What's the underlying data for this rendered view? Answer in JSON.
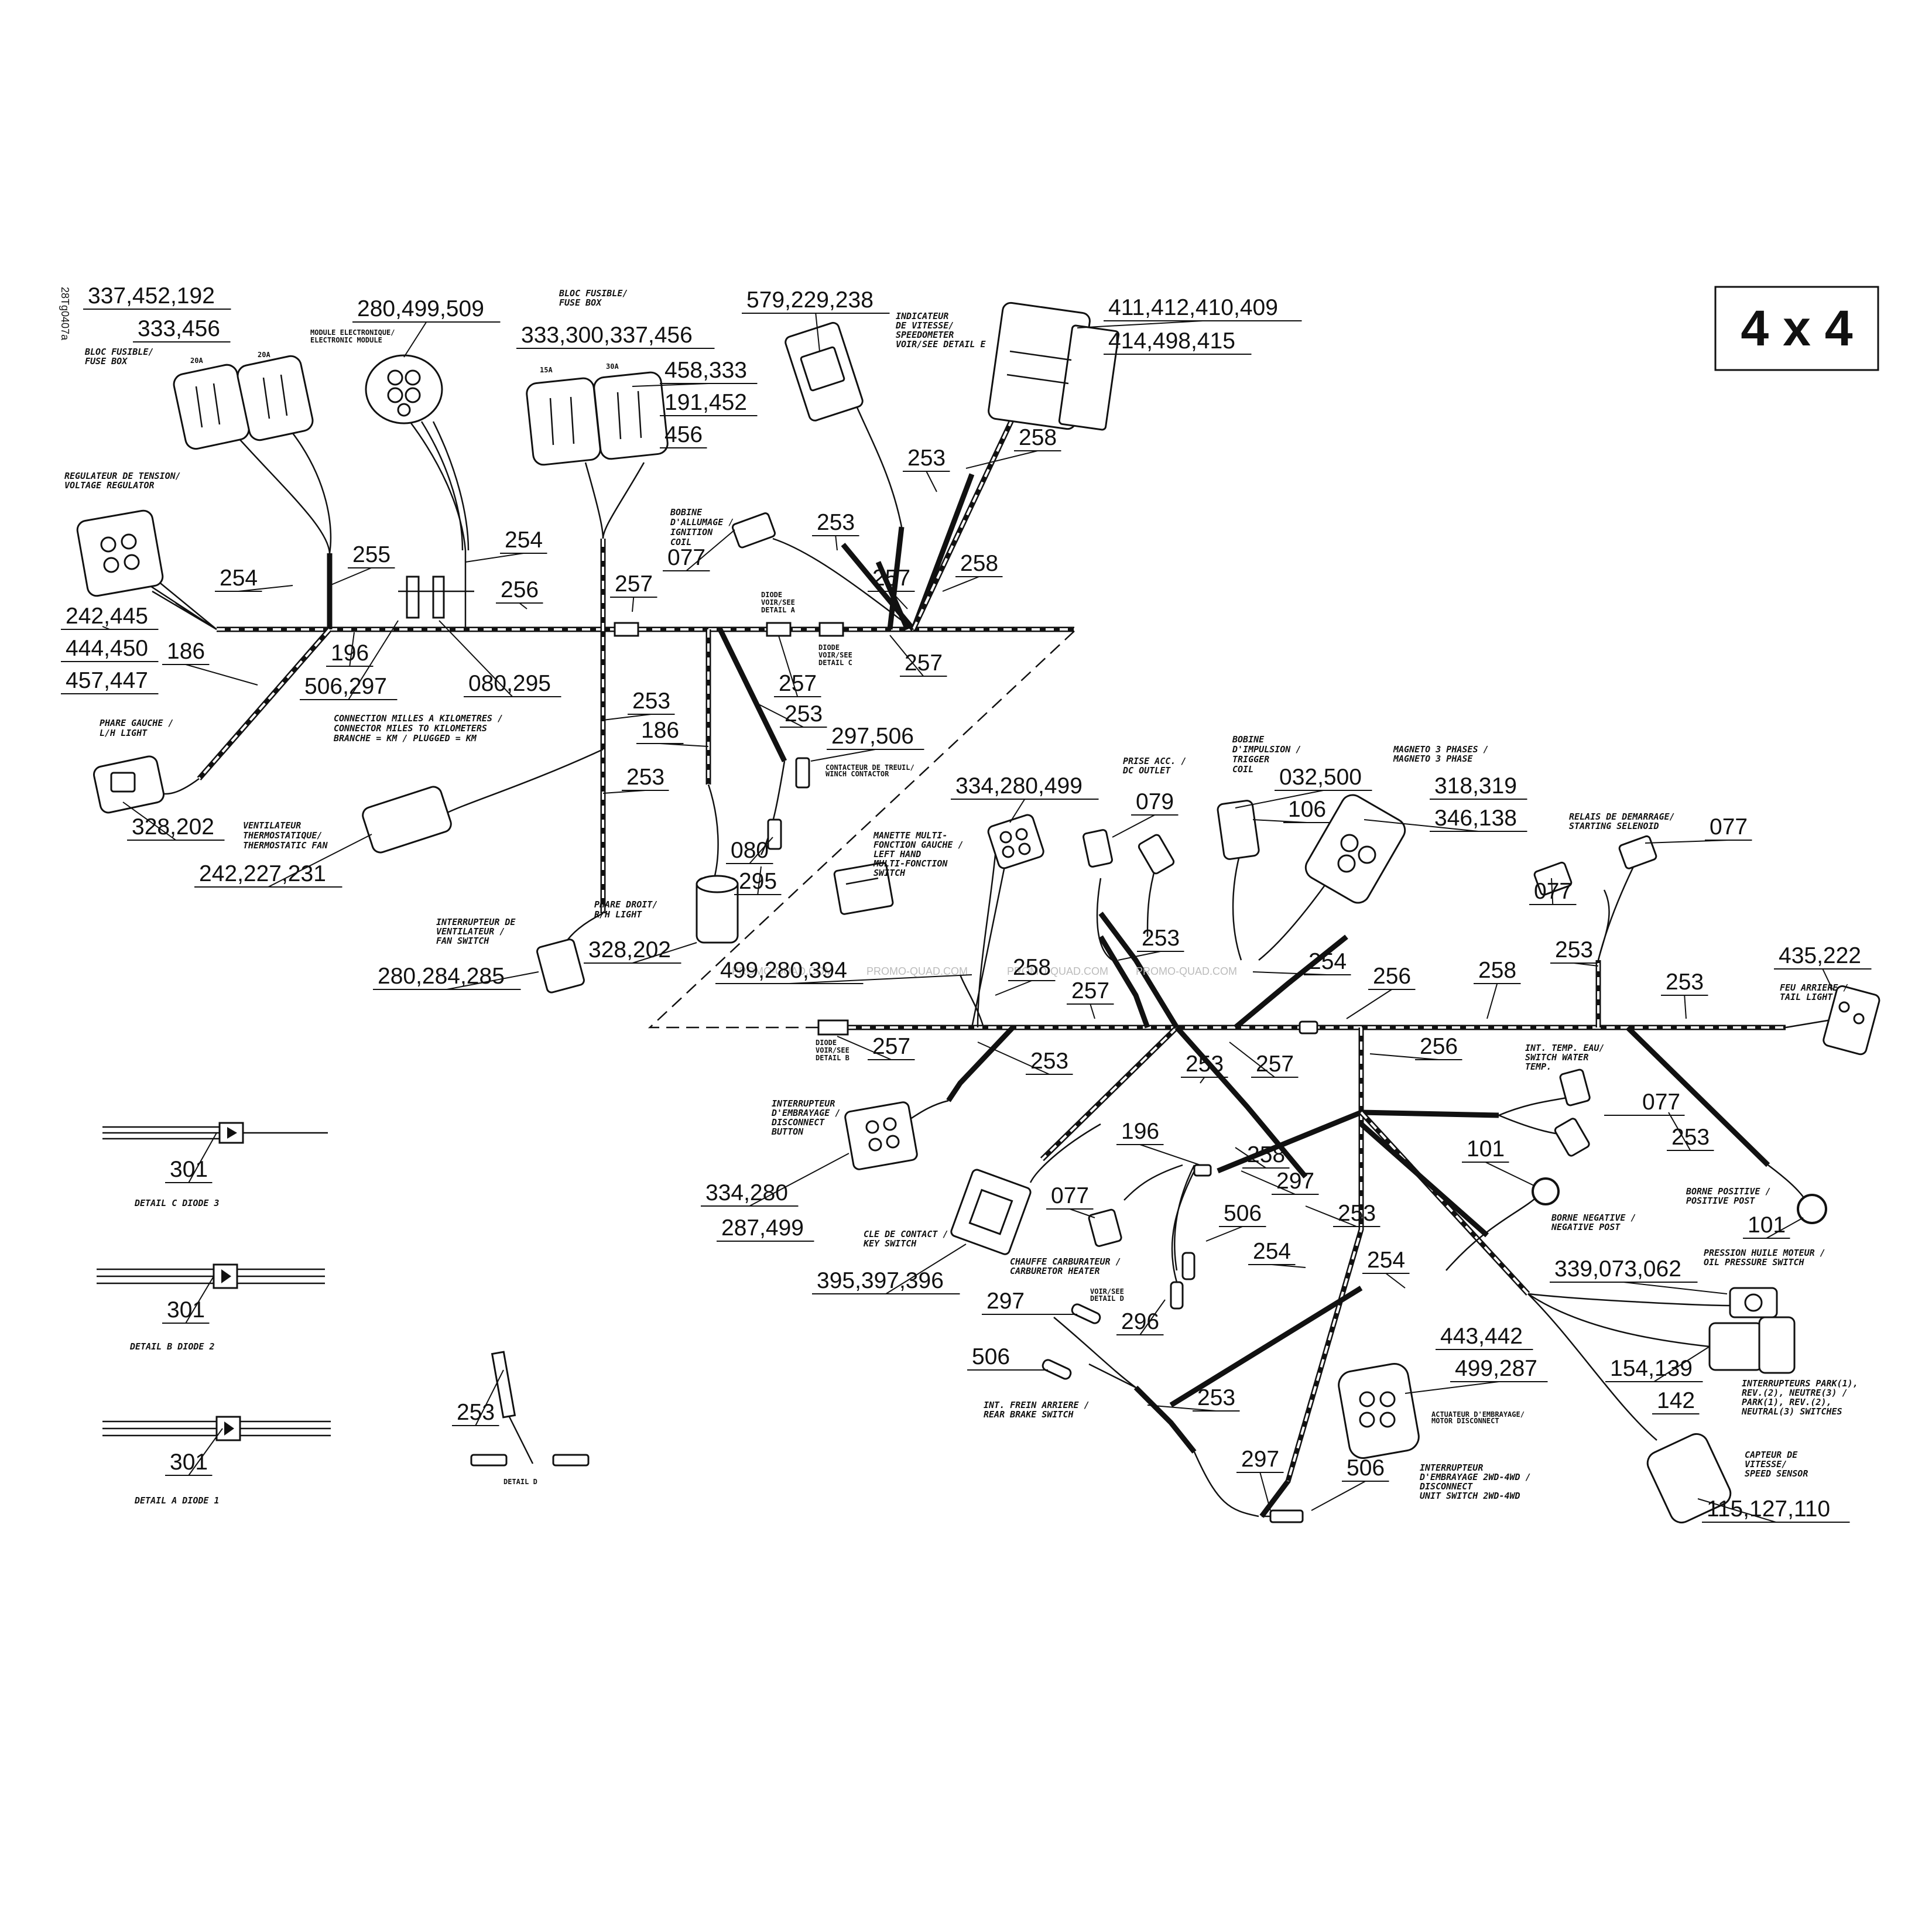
{
  "badge": "4 x 4",
  "drawing_ref": "28Tg0407a",
  "watermark": "PROMO-QUAD.COM",
  "callouts": [
    {
      "id": "c1",
      "text": "337,452,192"
    },
    {
      "id": "c2",
      "text": "333,456"
    },
    {
      "id": "c3",
      "text": "280,499,509"
    },
    {
      "id": "c4",
      "text": "333,300,337,456"
    },
    {
      "id": "c5",
      "text": "458,333"
    },
    {
      "id": "c6",
      "text": "191,452"
    },
    {
      "id": "c7",
      "text": "456"
    },
    {
      "id": "c8",
      "text": "579,229,238"
    },
    {
      "id": "c9",
      "text": "411,412,410,409"
    },
    {
      "id": "c10",
      "text": "414,498,415"
    },
    {
      "id": "c11",
      "text": "254"
    },
    {
      "id": "c12",
      "text": "255"
    },
    {
      "id": "c13",
      "text": "254"
    },
    {
      "id": "c14",
      "text": "256"
    },
    {
      "id": "c15",
      "text": "257"
    },
    {
      "id": "c16",
      "text": "253"
    },
    {
      "id": "c17",
      "text": "257"
    },
    {
      "id": "c18",
      "text": "258"
    },
    {
      "id": "c19",
      "text": "253"
    },
    {
      "id": "c20",
      "text": "258"
    },
    {
      "id": "c21",
      "text": "077"
    },
    {
      "id": "c22",
      "text": "242,445"
    },
    {
      "id": "c23",
      "text": "444,450"
    },
    {
      "id": "c24",
      "text": "457,447"
    },
    {
      "id": "c25",
      "text": "186"
    },
    {
      "id": "c26",
      "text": "196"
    },
    {
      "id": "c27",
      "text": "506,297"
    },
    {
      "id": "c28",
      "text": "080,295"
    },
    {
      "id": "c29",
      "text": "257"
    },
    {
      "id": "c30",
      "text": "257"
    },
    {
      "id": "c31",
      "text": "253"
    },
    {
      "id": "c32",
      "text": "186"
    },
    {
      "id": "c33",
      "text": "253"
    },
    {
      "id": "c34",
      "text": "253"
    },
    {
      "id": "c35",
      "text": "297,506"
    },
    {
      "id": "c36",
      "text": "328,202"
    },
    {
      "id": "c37",
      "text": "242,227,231"
    },
    {
      "id": "c38",
      "text": "080"
    },
    {
      "id": "c39",
      "text": "295"
    },
    {
      "id": "c40",
      "text": "328,202"
    },
    {
      "id": "c41",
      "text": "280,284,285"
    },
    {
      "id": "c42",
      "text": "334,280,499"
    },
    {
      "id": "c43",
      "text": "079"
    },
    {
      "id": "c44",
      "text": "032,500"
    },
    {
      "id": "c45",
      "text": "106"
    },
    {
      "id": "c46",
      "text": "318,319"
    },
    {
      "id": "c47",
      "text": "346,138"
    },
    {
      "id": "c48",
      "text": "077"
    },
    {
      "id": "c49",
      "text": "077"
    },
    {
      "id": "c50",
      "text": "499,280,394"
    },
    {
      "id": "c51",
      "text": "258"
    },
    {
      "id": "c52",
      "text": "253"
    },
    {
      "id": "c53",
      "text": "257"
    },
    {
      "id": "c54",
      "text": "254"
    },
    {
      "id": "c55",
      "text": "256"
    },
    {
      "id": "c56",
      "text": "258"
    },
    {
      "id": "c57",
      "text": "253"
    },
    {
      "id": "c58",
      "text": "253"
    },
    {
      "id": "c59",
      "text": "435,222"
    },
    {
      "id": "c60",
      "text": "257"
    },
    {
      "id": "c61",
      "text": "253"
    },
    {
      "id": "c62",
      "text": "253"
    },
    {
      "id": "c63",
      "text": "257"
    },
    {
      "id": "c64",
      "text": "256"
    },
    {
      "id": "c65",
      "text": "077"
    },
    {
      "id": "c66",
      "text": "253"
    },
    {
      "id": "c67",
      "text": "196"
    },
    {
      "id": "c68",
      "text": "258"
    },
    {
      "id": "c69",
      "text": "297"
    },
    {
      "id": "c70",
      "text": "101"
    },
    {
      "id": "c71",
      "text": "101"
    },
    {
      "id": "c72",
      "text": "334,280"
    },
    {
      "id": "c73",
      "text": "287,499"
    },
    {
      "id": "c74",
      "text": "077"
    },
    {
      "id": "c75",
      "text": "506"
    },
    {
      "id": "c76",
      "text": "253"
    },
    {
      "id": "c77",
      "text": "254"
    },
    {
      "id": "c78",
      "text": "254"
    },
    {
      "id": "c79",
      "text": "395,397,396"
    },
    {
      "id": "c80",
      "text": "339,073,062"
    },
    {
      "id": "c81",
      "text": "297"
    },
    {
      "id": "c82",
      "text": "296"
    },
    {
      "id": "c83",
      "text": "506"
    },
    {
      "id": "c84",
      "text": "443,442"
    },
    {
      "id": "c85",
      "text": "499,287"
    },
    {
      "id": "c86",
      "text": "154,139"
    },
    {
      "id": "c87",
      "text": "142"
    },
    {
      "id": "c88",
      "text": "253"
    },
    {
      "id": "c89",
      "text": "297"
    },
    {
      "id": "c90",
      "text": "506"
    },
    {
      "id": "c91",
      "text": "115,127,110"
    },
    {
      "id": "c92",
      "text": "301"
    },
    {
      "id": "c93",
      "text": "301"
    },
    {
      "id": "c94",
      "text": "301"
    },
    {
      "id": "c95",
      "text": "253"
    }
  ],
  "labels": [
    {
      "id": "l1",
      "lines": [
        "BLOC FUSIBLE/",
        "FUSE BOX"
      ]
    },
    {
      "id": "l2",
      "lines": [
        "MODULE ELECTRONIQUE/",
        "ELECTRONIC MODULE"
      ]
    },
    {
      "id": "l3",
      "lines": [
        "BLOC FUSIBLE/",
        "FUSE BOX"
      ]
    },
    {
      "id": "l4",
      "lines": [
        "INDICATEUR",
        "DE VITESSE/",
        "SPEEDOMETER",
        "VOIR/SEE DETAIL E"
      ]
    },
    {
      "id": "l5",
      "lines": [
        "REGULATEUR DE TENSION/",
        "VOLTAGE REGULATOR"
      ]
    },
    {
      "id": "l6",
      "lines": [
        "BOBINE",
        "D'ALLUMAGE /",
        "IGNITION",
        "COIL"
      ]
    },
    {
      "id": "l7",
      "lines": [
        "DIODE",
        "VOIR/SEE",
        "DETAIL A"
      ]
    },
    {
      "id": "l8",
      "lines": [
        "DIODE",
        "VOIR/SEE",
        "DETAIL C"
      ]
    },
    {
      "id": "l9",
      "lines": [
        "CONNECTION MILLES A KILOMETRES /",
        "CONNECTOR MILES TO KILOMETERS",
        "BRANCHE = KM / PLUGGED = KM"
      ]
    },
    {
      "id": "l10",
      "lines": [
        "PHARE GAUCHE /",
        "L/H LIGHT"
      ]
    },
    {
      "id": "l11",
      "lines": [
        "CONTACTEUR DE TREUIL/",
        "WINCH CONTACTOR"
      ]
    },
    {
      "id": "l12",
      "lines": [
        "VENTILATEUR",
        "THERMOSTATIQUE/",
        "THERMOSTATIC FAN"
      ]
    },
    {
      "id": "l13",
      "lines": [
        "PHARE DROIT/",
        "R/H LIGHT"
      ]
    },
    {
      "id": "l14",
      "lines": [
        "INTERRUPTEUR DE",
        "VENTILATEUR /",
        "FAN SWITCH"
      ]
    },
    {
      "id": "l15",
      "lines": [
        "PRISE ACC. /",
        "DC OUTLET"
      ]
    },
    {
      "id": "l16",
      "lines": [
        "BOBINE",
        "D'IMPULSION /",
        "TRIGGER",
        "COIL"
      ]
    },
    {
      "id": "l17",
      "lines": [
        "MAGNETO 3 PHASES /",
        "MAGNETO 3 PHASE"
      ]
    },
    {
      "id": "l18",
      "lines": [
        "RELAIS DE DEMARRAGE/",
        "STARTING SELENOID"
      ]
    },
    {
      "id": "l19",
      "lines": [
        "MANETTE MULTI-",
        "FONCTION GAUCHE /",
        "LEFT HAND",
        "MULTI-FONCTION",
        "SWITCH"
      ]
    },
    {
      "id": "l20",
      "lines": [
        "FEU ARRIERE /",
        "TAIL LIGHT"
      ]
    },
    {
      "id": "l21",
      "lines": [
        "DIODE",
        "VOIR/SEE",
        "DETAIL B"
      ]
    },
    {
      "id": "l22",
      "lines": [
        "INT. TEMP. EAU/",
        "SWITCH WATER",
        "TEMP."
      ]
    },
    {
      "id": "l23",
      "lines": [
        "INTERRUPTEUR",
        "D'EMBRAYAGE /",
        "DISCONNECT",
        "BUTTON"
      ]
    },
    {
      "id": "l24",
      "lines": [
        "BORNE POSITIVE /",
        "POSITIVE POST"
      ]
    },
    {
      "id": "l25",
      "lines": [
        "BORNE NEGATIVE /",
        "NEGATIVE POST"
      ]
    },
    {
      "id": "l26",
      "lines": [
        "CLE DE CONTACT /",
        "KEY SWITCH"
      ]
    },
    {
      "id": "l27",
      "lines": [
        "CHAUFFE CARBURATEUR /",
        "CARBURETOR HEATER"
      ]
    },
    {
      "id": "l28",
      "lines": [
        "VOIR/SEE",
        "DETAIL D"
      ]
    },
    {
      "id": "l29",
      "lines": [
        "PRESSION HUILE MOTEUR /",
        "OIL PRESSURE SWITCH"
      ]
    },
    {
      "id": "l30",
      "lines": [
        "INTERRUPTEURS PARK(1),",
        "REV.(2), NEUTRE(3) /",
        "PARK(1), REV.(2),",
        "NEUTRAL(3) SWITCHES"
      ]
    },
    {
      "id": "l31",
      "lines": [
        "ACTUATEUR D'EMBRAYAGE/",
        "MOTOR DISCONNECT"
      ]
    },
    {
      "id": "l32",
      "lines": [
        "INT. FREIN ARRIERE /",
        "REAR BRAKE SWITCH"
      ]
    },
    {
      "id": "l33",
      "lines": [
        "INTERRUPTEUR",
        "D'EMBRAYAGE 2WD-4WD /",
        "DISCONNECT",
        "UNIT SWITCH 2WD-4WD"
      ]
    },
    {
      "id": "l34",
      "lines": [
        "CAPTEUR DE",
        "VITESSE/",
        "SPEED SENSOR"
      ]
    },
    {
      "id": "l35",
      "lines": [
        "DETAIL C      DIODE 3"
      ]
    },
    {
      "id": "l36",
      "lines": [
        "DETAIL B      DIODE 2"
      ]
    },
    {
      "id": "l37",
      "lines": [
        "DETAIL A      DIODE 1"
      ]
    },
    {
      "id": "l38",
      "lines": [
        "DETAIL D"
      ]
    }
  ],
  "fuse_ratings": [
    "20A",
    "20A",
    "15A",
    "30A"
  ]
}
